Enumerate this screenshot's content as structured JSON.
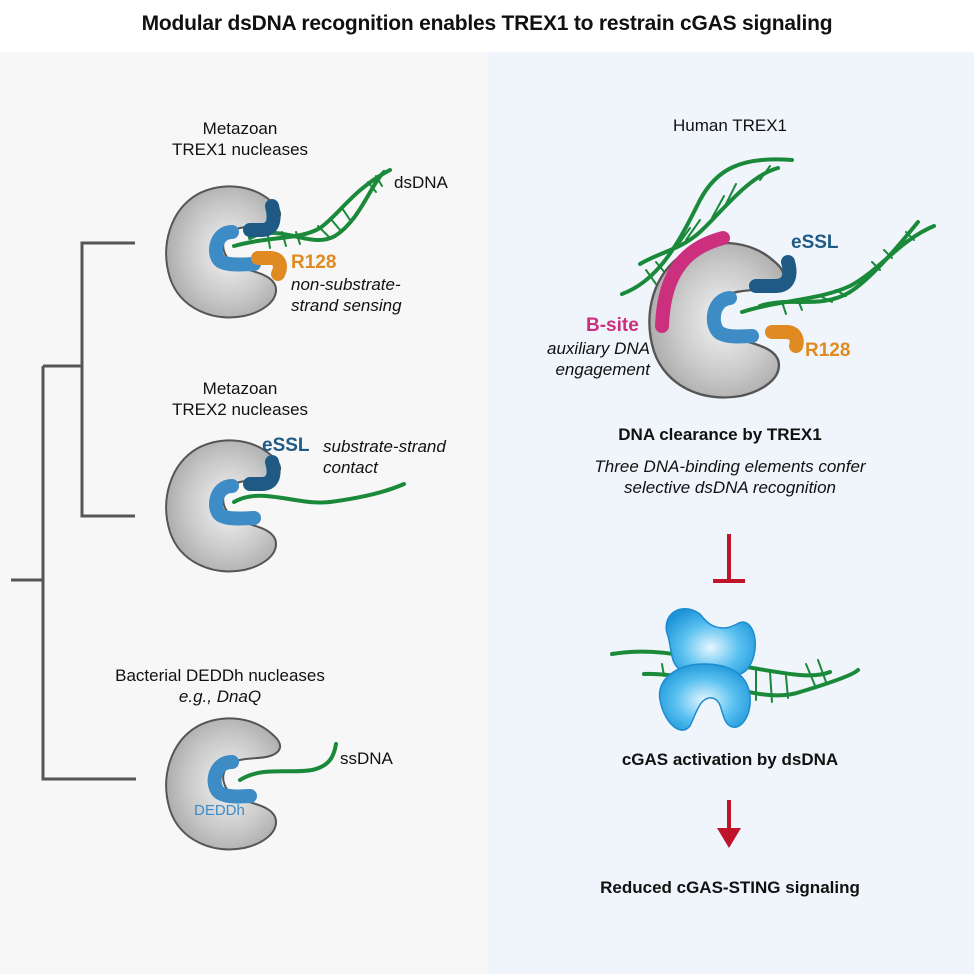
{
  "title": "Modular dsDNA recognition enables TREX1 to restrain cGAS signaling",
  "colors": {
    "left_bg": "#f7f7f7",
    "right_bg": "#eff5fa",
    "dna_green": "#1a8a3a",
    "active_site_blue": "#3e8cc6",
    "essl_navy": "#1f5a85",
    "r128_orange": "#e08a22",
    "bsite_magenta": "#cc2f7e",
    "inhibit_red": "#c0142a",
    "cgas_blue": "#2aa0e0",
    "tree_gray": "#555555"
  },
  "left": {
    "trex1": {
      "heading": [
        "Metazoan",
        "TREX1 nucleases"
      ],
      "dna_label": "dsDNA",
      "r128_label": "R128",
      "r128_desc": [
        "non-substrate-",
        "strand sensing"
      ]
    },
    "trex2": {
      "heading": [
        "Metazoan",
        "TREX2 nucleases"
      ],
      "essl_label": "eSSL",
      "essl_desc": [
        "substrate-strand",
        "contact"
      ]
    },
    "bacterial": {
      "heading": "Bacterial DEDDh nucleases",
      "subheading": "e.g., DnaQ",
      "active_site_label": "DEDDh",
      "dna_label": "ssDNA"
    }
  },
  "right": {
    "heading": "Human TREX1",
    "essl_label": "eSSL",
    "bsite_label": "B-site",
    "bsite_desc": [
      "auxiliary DNA",
      "engagement"
    ],
    "r128_label": "R128",
    "clearance_title": "DNA clearance by TREX1",
    "clearance_desc": [
      "Three DNA-binding elements confer",
      "selective dsDNA recognition"
    ],
    "inhibit_icon": "inhibition-tbar",
    "cgas_title": "cGAS activation by dsDNA",
    "arrow_icon": "down-arrow",
    "outcome": "Reduced cGAS-STING signaling"
  }
}
